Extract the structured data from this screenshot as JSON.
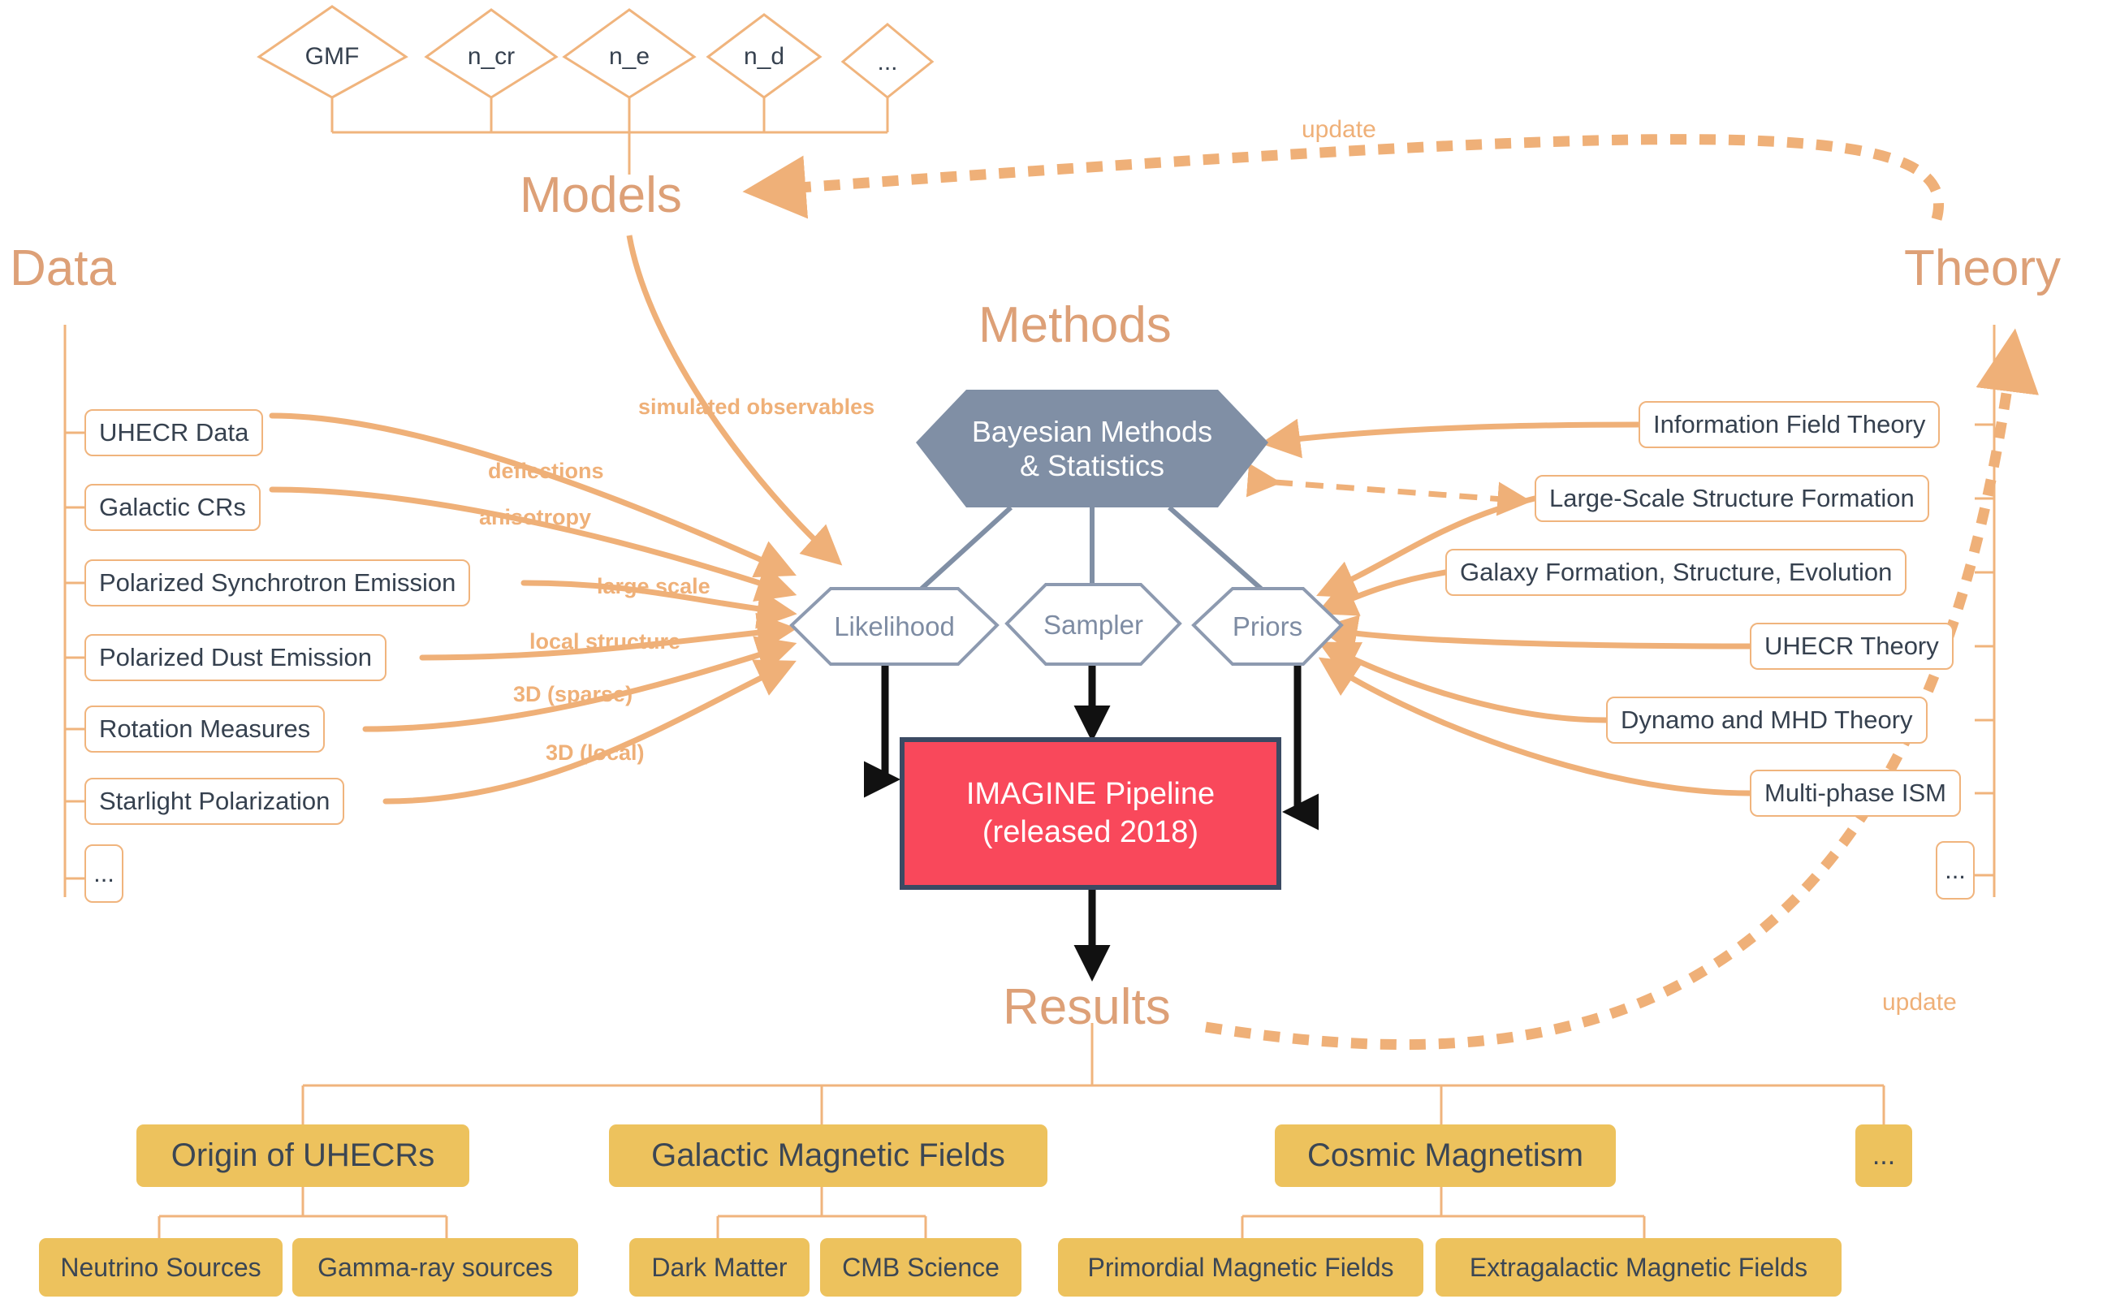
{
  "sections": {
    "models_title": "Models",
    "data_title": "Data",
    "methods_title": "Methods",
    "theory_title": "Theory",
    "results_title": "Results"
  },
  "colors": {
    "accent_orange": "#f0b47d",
    "title_orange": "#dda077",
    "edge_label_orange": "#efb078",
    "slate": "#7e8ca3",
    "bayes_fill": "#808fa5",
    "pipeline_red": "#f9485b",
    "pipeline_border": "#3b4a63",
    "results_yellow": "#edc25d",
    "text_dark": "#36414f"
  },
  "models": {
    "diamonds": [
      "GMF",
      "n_cr",
      "n_e",
      "n_d",
      "..."
    ]
  },
  "data": {
    "items": [
      "UHECR Data",
      "Galactic CRs",
      "Polarized Synchrotron Emission",
      "Polarized Dust Emission",
      "Rotation Measures",
      "Starlight Polarization",
      "..."
    ]
  },
  "theory": {
    "items": [
      "Information Field Theory",
      "Large-Scale Structure Formation",
      "Galaxy Formation, Structure, Evolution",
      "UHECR Theory",
      "Dynamo and MHD Theory",
      "Multi-phase ISM",
      "..."
    ]
  },
  "methods": {
    "bayesian_line1": "Bayesian Methods",
    "bayesian_line2": "& Statistics",
    "likelihood": "Likelihood",
    "sampler": "Sampler",
    "priors": "Priors"
  },
  "pipeline": {
    "line1": "IMAGINE Pipeline",
    "line2": "(released 2018)"
  },
  "edge_labels": {
    "simulated_observables": "simulated observables",
    "deflections": "deflections",
    "anisotropy": "anisotropy",
    "large_scale": "large scale",
    "local_structure": "local structure",
    "three_d_sparse": "3D (sparse)",
    "three_d_local": "3D (local)",
    "update_top": "update",
    "update_bottom": "update"
  },
  "results": {
    "level1": [
      "Origin of UHECRs",
      "Galactic Magnetic Fields",
      "Cosmic Magnetism",
      "..."
    ],
    "level2": {
      "origin_of_uhecrs": [
        "Neutrino Sources",
        "Gamma-ray sources"
      ],
      "galactic_magnetic_fields": [
        "Dark Matter",
        "CMB Science"
      ],
      "cosmic_magnetism": [
        "Primordial Magnetic Fields",
        "Extragalactic Magnetic Fields"
      ]
    }
  }
}
